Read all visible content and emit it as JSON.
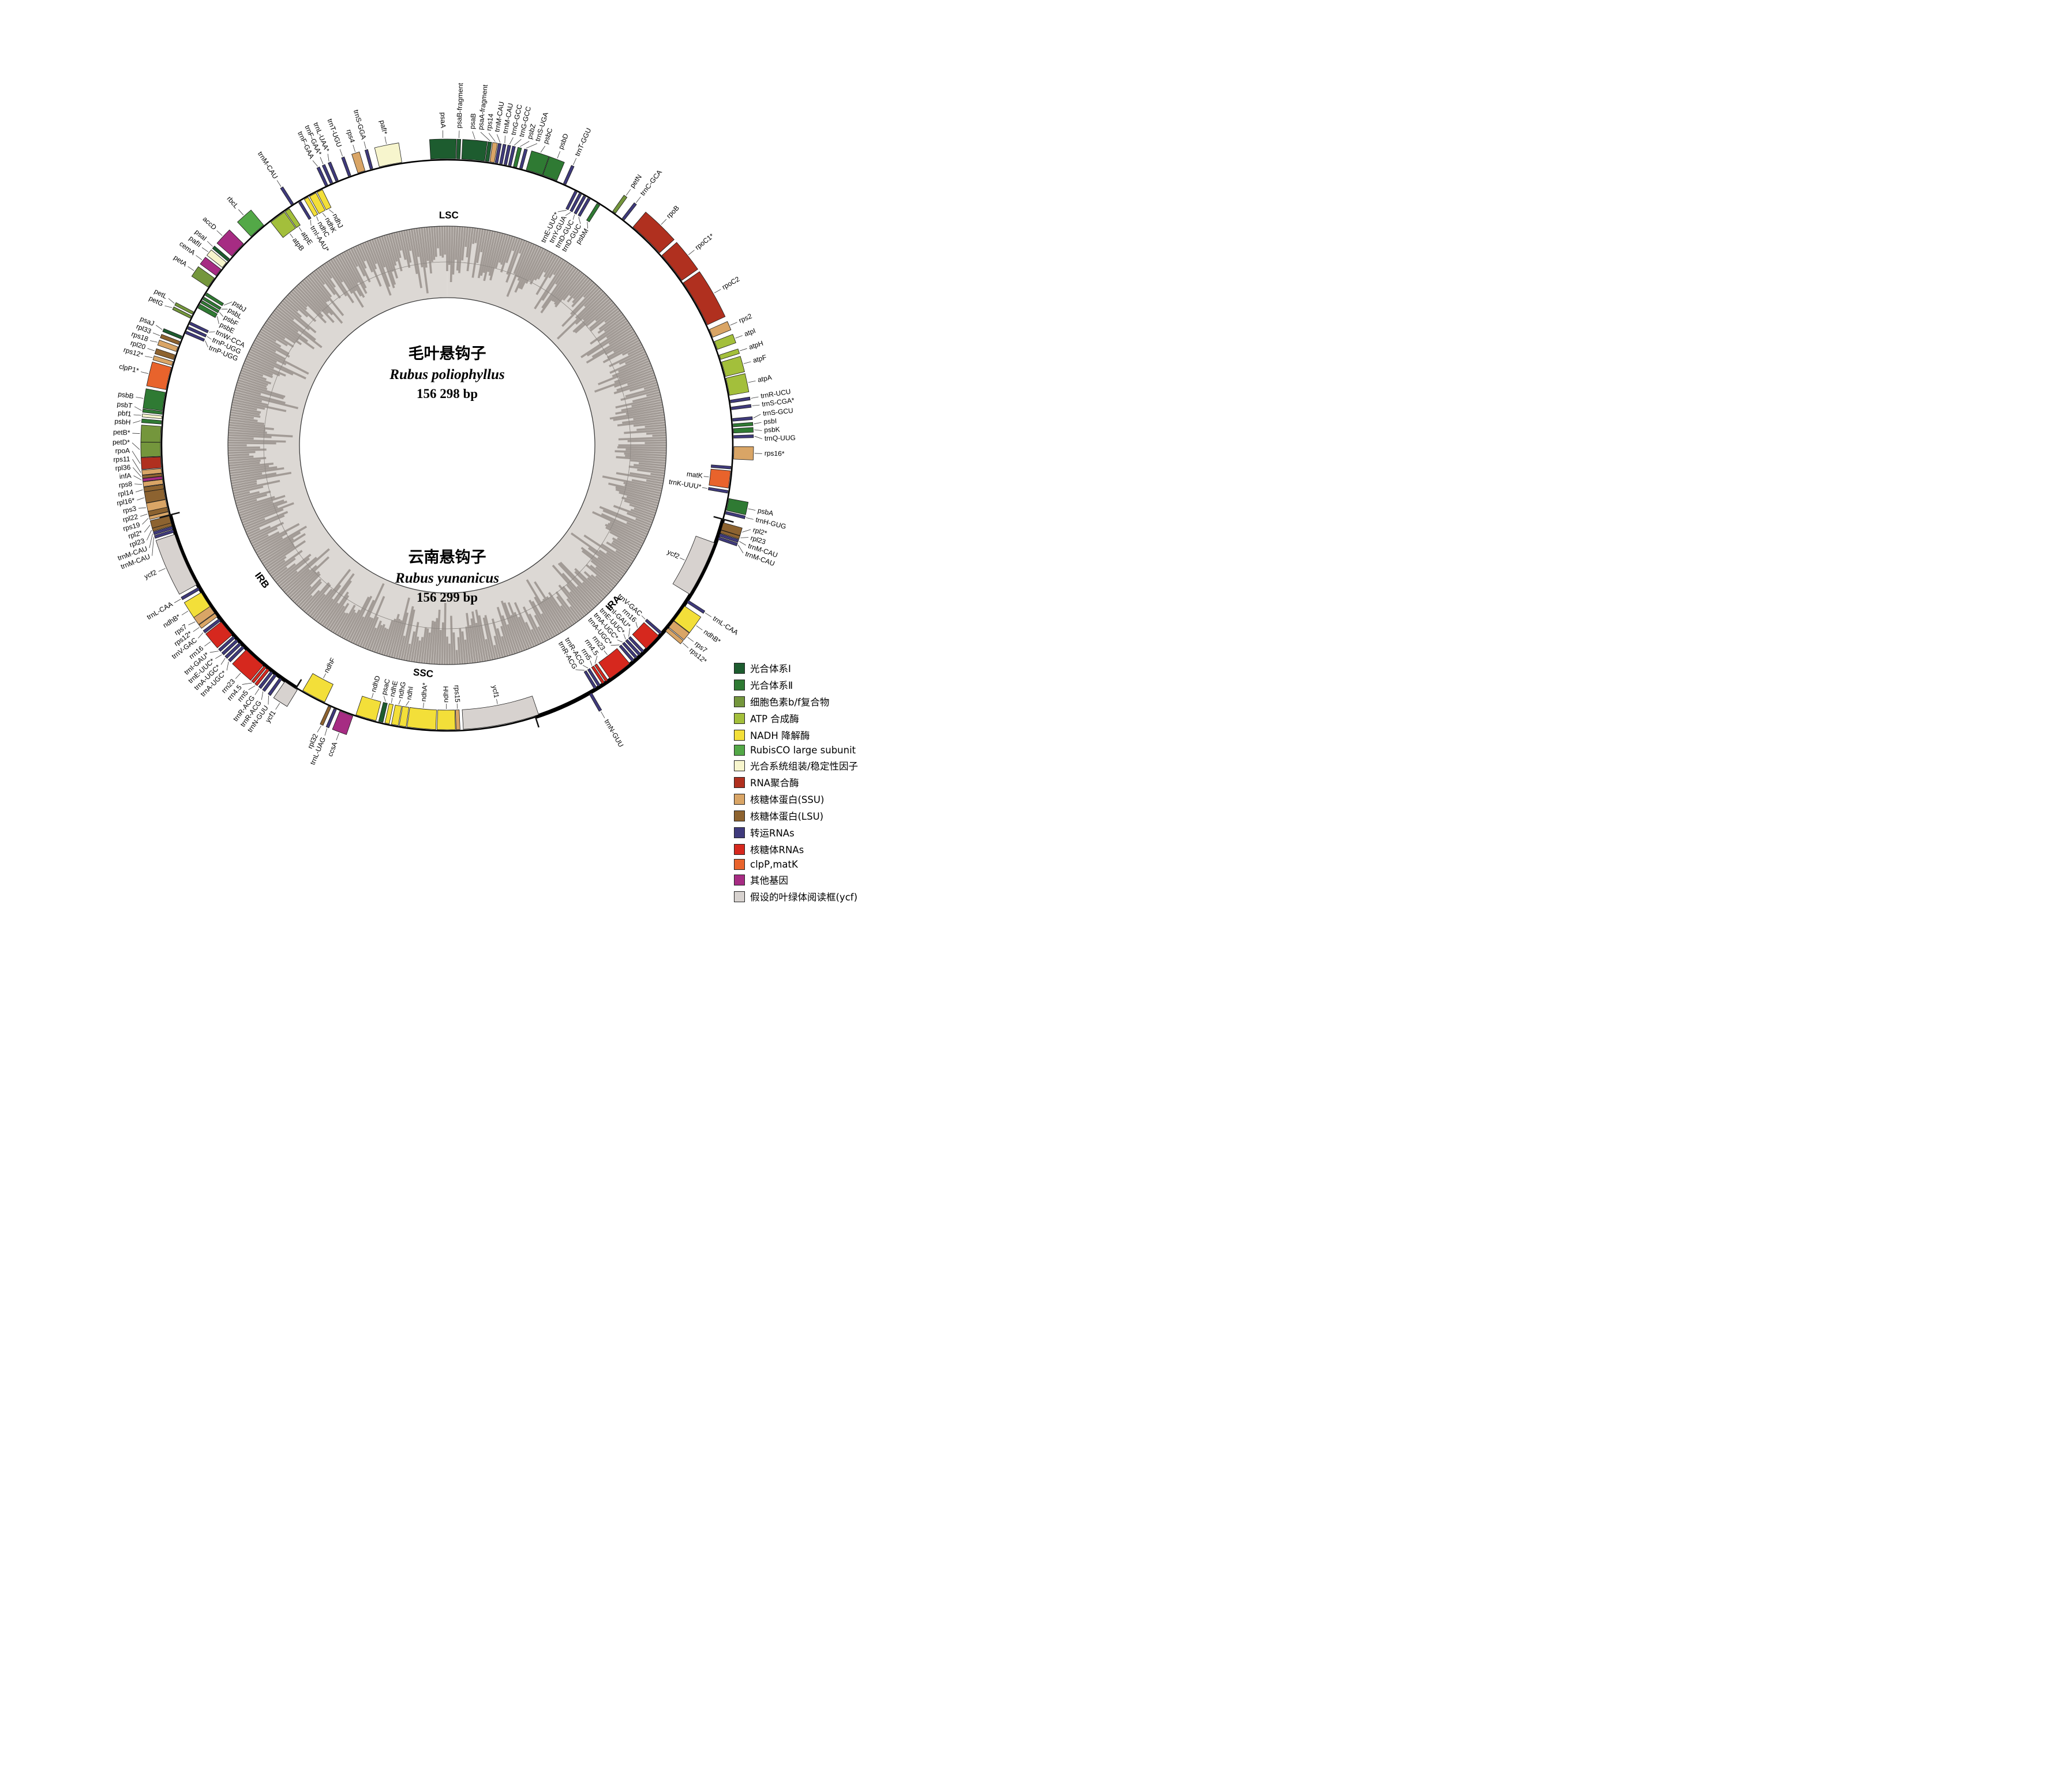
{
  "figure": {
    "type": "circular-plastid-genome-map",
    "region_labels": [
      "LSC",
      "IRA",
      "SSC",
      "IRB"
    ]
  },
  "center": {
    "species1_zh": "毛叶悬钩子",
    "species1_latin": "Rubus poliophyllus",
    "species1_size": "156 298 bp",
    "species2_zh": "云南悬钩子",
    "species2_latin": "Rubus yunanicus",
    "species2_size": "156 299 bp"
  },
  "regions": [
    {
      "label": "LSC",
      "angle": 0.4
    },
    {
      "label": "IRA",
      "angle": 133.5
    },
    {
      "label": "SSC",
      "angle": 186.0
    },
    {
      "label": "IRB",
      "angle": 233.9
    }
  ],
  "junction_angles": [
    105.0,
    162.0,
    211.9,
    255.9
  ],
  "ir_arcs": [
    [
      105.0,
      162.0
    ],
    [
      211.9,
      255.9
    ]
  ],
  "palette": {
    "ps1": "#1d5c2f",
    "ps2": "#2f7a33",
    "cytbf": "#74963c",
    "atp": "#a3bf3b",
    "nadh": "#f3df39",
    "rbc": "#53a847",
    "asm": "#f7f5cd",
    "rnap": "#b0301f",
    "ssu": "#d9a566",
    "lsu": "#8d6330",
    "trn": "#3f3a7c",
    "rrn": "#d6281e",
    "clpmat": "#e8632c",
    "other": "#a62c83",
    "ycf": "#d7d2cf"
  },
  "legend": {
    "items": [
      {
        "key": "ps1",
        "label": "光合体系Ⅰ"
      },
      {
        "key": "ps2",
        "label": "光合体系Ⅱ"
      },
      {
        "key": "cytbf",
        "label": "细胞色素b/f复合物"
      },
      {
        "key": "atp",
        "label": "ATP 合成酶"
      },
      {
        "key": "nadh",
        "label": "NADH 降解酶"
      },
      {
        "key": "rbc",
        "label": "RubisCO large subunit"
      },
      {
        "key": "asm",
        "label": "光合系统组装/稳定性因子"
      },
      {
        "key": "rnap",
        "label": "RNA聚合酶"
      },
      {
        "key": "ssu",
        "label": "核糖体蛋白(SSU)"
      },
      {
        "key": "lsu",
        "label": "核糖体蛋白(LSU)"
      },
      {
        "key": "trn",
        "label": "转运RNAs"
      },
      {
        "key": "rrn",
        "label": "核糖体RNAs"
      },
      {
        "key": "clpmat",
        "label": "clpP,matK"
      },
      {
        "key": "other",
        "label": "其他基因"
      },
      {
        "key": "ycf",
        "label": "假设的叶绿体阅读框(ycf)"
      }
    ]
  },
  "genes_schema": [
    "name",
    "angle_deg",
    "width_deg",
    "category",
    "box_side",
    "label_side"
  ],
  "genes": [
    [
      "trnH-GUG",
      103.6,
      0.55,
      "trn",
      "out",
      "out"
    ],
    [
      "psbA",
      101.9,
      2.4,
      "ps2",
      "out",
      "out"
    ],
    [
      "trnK-UUU*",
      99.4,
      0.55,
      "trn",
      "in",
      "in"
    ],
    [
      "matK",
      96.9,
      3.5,
      "clpmat",
      "in",
      "in"
    ],
    [
      "",
      94.5,
      0.55,
      "trn",
      "in",
      "in"
    ],
    [
      "rps16*",
      91.5,
      2.5,
      "ssu",
      "out",
      "out"
    ],
    [
      "trnQ-UUG",
      88.3,
      0.55,
      "trn",
      "out",
      "out"
    ],
    [
      "psbK",
      87.1,
      0.9,
      "ps2",
      "out",
      "out"
    ],
    [
      "psbI",
      86.0,
      0.6,
      "ps2",
      "out",
      "out"
    ],
    [
      "trnS-GCU",
      84.9,
      0.55,
      "trn",
      "out",
      "out"
    ],
    [
      "trnS-CGA*",
      82.6,
      0.55,
      "trn",
      "out",
      "out"
    ],
    [
      "trnR-UCU",
      81.2,
      0.55,
      "trn",
      "out",
      "out"
    ],
    [
      "atpA",
      78.2,
      3.5,
      "atp",
      "out",
      "out"
    ],
    [
      "atpF",
      74.6,
      3.0,
      "atp",
      "out",
      "out"
    ],
    [
      "atpH",
      72.1,
      0.9,
      "atp",
      "out",
      "out"
    ],
    [
      "atpI",
      69.6,
      1.7,
      "atp",
      "out",
      "out"
    ],
    [
      "rps2",
      67.0,
      1.7,
      "ssu",
      "out",
      "out"
    ],
    [
      "rpoC2",
      60.3,
      9.7,
      "rnap",
      "out",
      "out"
    ],
    [
      "rpoC1*",
      51.7,
      6.4,
      "rnap",
      "out",
      "out"
    ],
    [
      "rpoB",
      44.1,
      7.4,
      "rnap",
      "out",
      "out"
    ],
    [
      "trnC-GCA",
      37.9,
      0.55,
      "trn",
      "out",
      "out"
    ],
    [
      "petN",
      35.6,
      0.7,
      "cytbf",
      "out",
      "out"
    ],
    [
      "psbM",
      32.1,
      0.7,
      "ps2",
      "in",
      "in"
    ],
    [
      "trnD-GUC",
      29.9,
      0.55,
      "trn",
      "in",
      "in"
    ],
    [
      "trnD-GUC",
      28.9,
      0.55,
      "trn",
      "in",
      "in"
    ],
    [
      "trnY-GUA",
      27.9,
      0.55,
      "trn",
      "in",
      "in"
    ],
    [
      "trnE-UUC*",
      26.9,
      0.55,
      "trn",
      "in",
      "in"
    ],
    [
      "trnT-GGU",
      24.2,
      0.55,
      "trn",
      "out",
      "out"
    ],
    [
      "psbD",
      21.0,
      3.0,
      "ps2",
      "out",
      "out"
    ],
    [
      "psbC",
      17.7,
      3.4,
      "ps2",
      "out",
      "out"
    ],
    [
      "trnS-UGA",
      14.9,
      0.55,
      "trn",
      "out",
      "out"
    ],
    [
      "psbZ",
      13.7,
      0.7,
      "ps2",
      "out",
      "out"
    ],
    [
      "trnG-GCC",
      12.6,
      0.55,
      "trn",
      "out",
      "out"
    ],
    [
      "trnG-GCC",
      11.7,
      0.55,
      "trn",
      "out",
      "out"
    ],
    [
      "trnM-CAU",
      10.8,
      0.55,
      "trn",
      "out",
      "out"
    ],
    [
      "trnM-CAU",
      9.9,
      0.55,
      "trn",
      "out",
      "out"
    ],
    [
      "rps14",
      9.0,
      0.9,
      "ssu",
      "out",
      "out"
    ],
    [
      "psaA-fragment",
      8.0,
      0.7,
      "ps1",
      "out",
      "out"
    ],
    [
      "psaB",
      5.2,
      4.6,
      "ps1",
      "out",
      "out"
    ],
    [
      "psaB-fragment",
      2.2,
      0.7,
      "ps1",
      "out",
      "out"
    ],
    [
      "psaA",
      359.2,
      5.0,
      "ps1",
      "out",
      "out"
    ],
    [
      "pafI*",
      348.6,
      4.6,
      "asm",
      "out",
      "out"
    ],
    [
      "trnS-GGA",
      344.7,
      0.55,
      "trn",
      "out",
      "out"
    ],
    [
      "rps4",
      342.6,
      1.5,
      "ssu",
      "out",
      "out"
    ],
    [
      "trnT-UGU",
      340.1,
      0.55,
      "trn",
      "out",
      "out"
    ],
    [
      "trnL-UAA*",
      337.4,
      0.55,
      "trn",
      "out",
      "out"
    ],
    [
      "trnF-GAA*",
      336.2,
      0.55,
      "trn",
      "out",
      "out"
    ],
    [
      "trnF-GAA",
      335.1,
      0.55,
      "trn",
      "out",
      "out"
    ],
    [
      "ndhJ",
      333.4,
      1.2,
      "nadh",
      "in",
      "in"
    ],
    [
      "ndhK",
      331.8,
      1.5,
      "nadh",
      "in",
      "in"
    ],
    [
      "ndhC",
      330.3,
      0.9,
      "nadh",
      "in",
      "in"
    ],
    [
      "trnI-AAU*",
      328.8,
      0.55,
      "trn",
      "in",
      "in"
    ],
    [
      "trnM-CAU",
      327.3,
      0.55,
      "trn",
      "out",
      "out"
    ],
    [
      "atpE",
      325.8,
      1.0,
      "atp",
      "in",
      "in"
    ],
    [
      "atpB",
      323.4,
      3.4,
      "atp",
      "in",
      "in"
    ],
    [
      "rbcL",
      318.5,
      3.4,
      "rbc",
      "out",
      "out"
    ],
    [
      "accD",
      313.0,
      3.4,
      "other",
      "out",
      "out"
    ],
    [
      "psaI",
      310.3,
      0.6,
      "ps1",
      "out",
      "out"
    ],
    [
      "pafII",
      309.0,
      1.3,
      "asm",
      "out",
      "out"
    ],
    [
      "cemA",
      307.1,
      1.6,
      "other",
      "out",
      "out"
    ],
    [
      "petA",
      304.6,
      2.2,
      "cytbf",
      "out",
      "out"
    ],
    [
      "psbJ",
      302.1,
      0.6,
      "ps2",
      "in",
      "in"
    ],
    [
      "psbL",
      301.1,
      0.5,
      "ps2",
      "in",
      "in"
    ],
    [
      "psbF",
      300.3,
      0.5,
      "ps2",
      "in",
      "in"
    ],
    [
      "psbE",
      299.3,
      0.9,
      "ps2",
      "in",
      "in"
    ],
    [
      "petL",
      297.5,
      0.5,
      "cytbf",
      "out",
      "out"
    ],
    [
      "petG",
      296.6,
      0.5,
      "cytbf",
      "out",
      "out"
    ],
    [
      "trnW-CCA",
      295.4,
      0.55,
      "trn",
      "in",
      "in"
    ],
    [
      "trnP-UGG",
      294.4,
      0.55,
      "trn",
      "in",
      "in"
    ],
    [
      "trnP-UGG",
      293.4,
      0.55,
      "trn",
      "in",
      "in"
    ],
    [
      "psaJ",
      292.1,
      0.6,
      "ps1",
      "out",
      "out"
    ],
    [
      "rpl33",
      290.9,
      0.7,
      "lsu",
      "out",
      "out"
    ],
    [
      "rps18",
      289.6,
      1.0,
      "ssu",
      "out",
      "out"
    ],
    [
      "rpl20",
      287.9,
      1.0,
      "lsu",
      "out",
      "out"
    ],
    [
      "rps12*",
      286.6,
      0.8,
      "ssu",
      "out",
      "out"
    ],
    [
      "clpP1*",
      283.5,
      4.6,
      "clpmat",
      "out",
      "out"
    ],
    [
      "psbB",
      278.8,
      3.7,
      "ps2",
      "out",
      "out"
    ],
    [
      "psbT",
      276.5,
      0.6,
      "ps2",
      "out",
      "out"
    ],
    [
      "pbf1",
      275.6,
      0.5,
      "asm",
      "out",
      "out"
    ],
    [
      "psbH",
      274.6,
      0.7,
      "ps2",
      "out",
      "out"
    ],
    [
      "petB*",
      272.2,
      3.2,
      "cytbf",
      "out",
      "out"
    ],
    [
      "petD*",
      269.2,
      2.8,
      "cytbf",
      "out",
      "out"
    ],
    [
      "rpoA",
      266.6,
      2.2,
      "rnap",
      "out",
      "out"
    ],
    [
      "rps11",
      264.9,
      0.9,
      "ssu",
      "out",
      "out"
    ],
    [
      "rpl36",
      264.1,
      0.4,
      "lsu",
      "out",
      "out"
    ],
    [
      "infA",
      263.5,
      0.4,
      "other",
      "out",
      "out"
    ],
    [
      "rps8",
      262.7,
      0.9,
      "ssu",
      "out",
      "out"
    ],
    [
      "rpl14",
      261.7,
      0.9,
      "lsu",
      "out",
      "out"
    ],
    [
      "rpl16*",
      260.2,
      2.1,
      "lsu",
      "out",
      "out"
    ],
    [
      "rps3",
      258.3,
      1.6,
      "ssu",
      "out",
      "out"
    ],
    [
      "rpl22",
      257.1,
      0.9,
      "lsu",
      "out",
      "out"
    ],
    [
      "rps19",
      256.3,
      0.6,
      "ssu",
      "out",
      "out"
    ],
    [
      "rpl2*",
      255.0,
      1.5,
      "lsu",
      "out",
      "out"
    ],
    [
      "rpl23",
      254.0,
      0.6,
      "lsu",
      "out",
      "out"
    ],
    [
      "trnM-CAU",
      253.3,
      0.55,
      "trn",
      "out",
      "out"
    ],
    [
      "trnM-CAU",
      252.6,
      0.55,
      "trn",
      "out",
      "out"
    ],
    [
      "ycf2",
      246.4,
      11.0,
      "ycf",
      "out",
      "out"
    ],
    [
      "trnL-CAA",
      240.0,
      0.55,
      "trn",
      "out",
      "out"
    ],
    [
      "ndhB*",
      237.4,
      3.4,
      "nadh",
      "out",
      "out"
    ],
    [
      "rps7",
      235.0,
      1.6,
      "ssu",
      "out",
      "out"
    ],
    [
      "rps12*",
      233.7,
      0.8,
      "ssu",
      "out",
      "out"
    ],
    [
      "trnV-GAC",
      232.5,
      0.55,
      "trn",
      "out",
      "out"
    ],
    [
      "rrn16",
      230.3,
      3.4,
      "rrn",
      "out",
      "out"
    ],
    [
      "trnI-GAU*",
      228.0,
      0.55,
      "trn",
      "out",
      "out"
    ],
    [
      "trnE-UUC*",
      227.1,
      0.55,
      "trn",
      "out",
      "out"
    ],
    [
      "trnA-UGC*",
      226.2,
      0.55,
      "trn",
      "out",
      "out"
    ],
    [
      "trnA-UGC*",
      225.3,
      0.55,
      "trn",
      "out",
      "out"
    ],
    [
      "rrn23",
      222.2,
      4.6,
      "rrn",
      "out",
      "out"
    ],
    [
      "rrn4.5",
      219.4,
      0.55,
      "rrn",
      "out",
      "out"
    ],
    [
      "rrn5",
      218.6,
      0.55,
      "rrn",
      "out",
      "out"
    ],
    [
      "trnR-ACG",
      217.7,
      0.55,
      "trn",
      "out",
      "out"
    ],
    [
      "trnR-ACG",
      216.8,
      0.55,
      "trn",
      "out",
      "out"
    ],
    [
      "trnN-GUU",
      215.5,
      0.55,
      "trn",
      "out",
      "out"
    ],
    [
      "ycf1",
      213.0,
      3.0,
      "ycf",
      "out",
      "out"
    ],
    [
      "ndhF",
      208.0,
      5.0,
      "nadh",
      "in",
      "in"
    ],
    [
      "rpl32",
      204.2,
      0.6,
      "lsu",
      "out",
      "out"
    ],
    [
      "trnL-UAG",
      203.0,
      0.55,
      "trn",
      "out",
      "out"
    ],
    [
      "ccsA",
      200.6,
      2.8,
      "other",
      "out",
      "out"
    ],
    [
      "ndhD",
      196.6,
      4.2,
      "nadh",
      "in",
      "in"
    ],
    [
      "psaC",
      193.5,
      0.9,
      "ps1",
      "in",
      "in"
    ],
    [
      "ndhE",
      192.2,
      0.9,
      "nadh",
      "in",
      "in"
    ],
    [
      "ndhG",
      190.6,
      1.4,
      "nadh",
      "in",
      "in"
    ],
    [
      "ndhI",
      189.0,
      1.4,
      "nadh",
      "in",
      "in"
    ],
    [
      "ndhA*",
      185.2,
      5.8,
      "nadh",
      "in",
      "in"
    ],
    [
      "ndhH",
      180.2,
      3.7,
      "nadh",
      "in",
      "in"
    ],
    [
      "rps15",
      177.8,
      0.8,
      "ssu",
      "in",
      "in"
    ],
    [
      "ycf1",
      169.0,
      15.5,
      "ycf",
      "in",
      "in"
    ],
    [
      "trnN-GUU",
      150.0,
      0.55,
      "trn",
      "out",
      "out"
    ],
    [
      "trnR-ACG",
      148.6,
      0.55,
      "trn",
      "in",
      "in"
    ],
    [
      "trnR-ACG",
      147.7,
      0.55,
      "trn",
      "in",
      "in"
    ],
    [
      "rrn5",
      146.7,
      0.55,
      "rrn",
      "in",
      "in"
    ],
    [
      "rrn4.5",
      145.9,
      0.55,
      "rrn",
      "in",
      "in"
    ],
    [
      "rrn23",
      142.6,
      5.0,
      "rrn",
      "in",
      "in"
    ],
    [
      "trnA-UGC*",
      139.2,
      0.55,
      "trn",
      "in",
      "in"
    ],
    [
      "trnA-UGC*",
      138.3,
      0.55,
      "trn",
      "in",
      "in"
    ],
    [
      "trnE-UUC*",
      137.4,
      0.55,
      "trn",
      "in",
      "in"
    ],
    [
      "trnI-GAU*",
      136.5,
      0.55,
      "trn",
      "in",
      "in"
    ],
    [
      "rrn16",
      133.8,
      3.6,
      "rrn",
      "in",
      "in"
    ],
    [
      "trnV-GAC",
      131.3,
      0.55,
      "trn",
      "in",
      "in"
    ],
    [
      "rps12*",
      130.0,
      0.8,
      "ssu",
      "out",
      "out"
    ],
    [
      "rps7",
      128.6,
      1.6,
      "ssu",
      "out",
      "out"
    ],
    [
      "ndhB*",
      125.9,
      3.6,
      "nadh",
      "out",
      "out"
    ],
    [
      "trnL-CAA",
      123.0,
      0.55,
      "trn",
      "out",
      "out"
    ],
    [
      "ycf2",
      115.8,
      11.5,
      "ycf",
      "in",
      "in"
    ],
    [
      "trnM-CAU",
      108.9,
      0.55,
      "trn",
      "out",
      "out"
    ],
    [
      "trnM-CAU",
      108.2,
      0.55,
      "trn",
      "out",
      "out"
    ],
    [
      "rpl23",
      107.5,
      0.6,
      "lsu",
      "out",
      "out"
    ],
    [
      "rpl2*",
      106.4,
      1.5,
      "lsu",
      "out",
      "out"
    ]
  ]
}
